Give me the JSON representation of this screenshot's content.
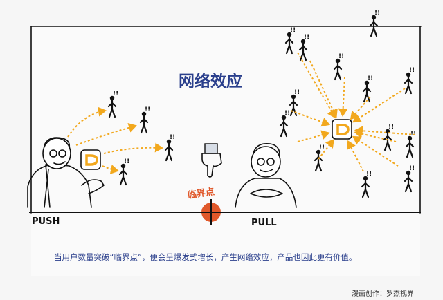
{
  "diagram": {
    "title": "网络效应",
    "push_label": "PUSH",
    "pull_label": "PULL",
    "critical_point_label": "临界点",
    "caption": "当用户数量突破“临界点”，便会呈爆发式增长，产生网络效应，产品也因此更有价值。",
    "credit": "漫画创作：罗杰视界",
    "accent_color": "#f2a81d",
    "critical_color": "#e0582a",
    "title_color": "#2a3f8c",
    "app_icon": "didi-app-icon",
    "person_icon": "stick-figure-icon",
    "person_exclaim": "!!"
  }
}
